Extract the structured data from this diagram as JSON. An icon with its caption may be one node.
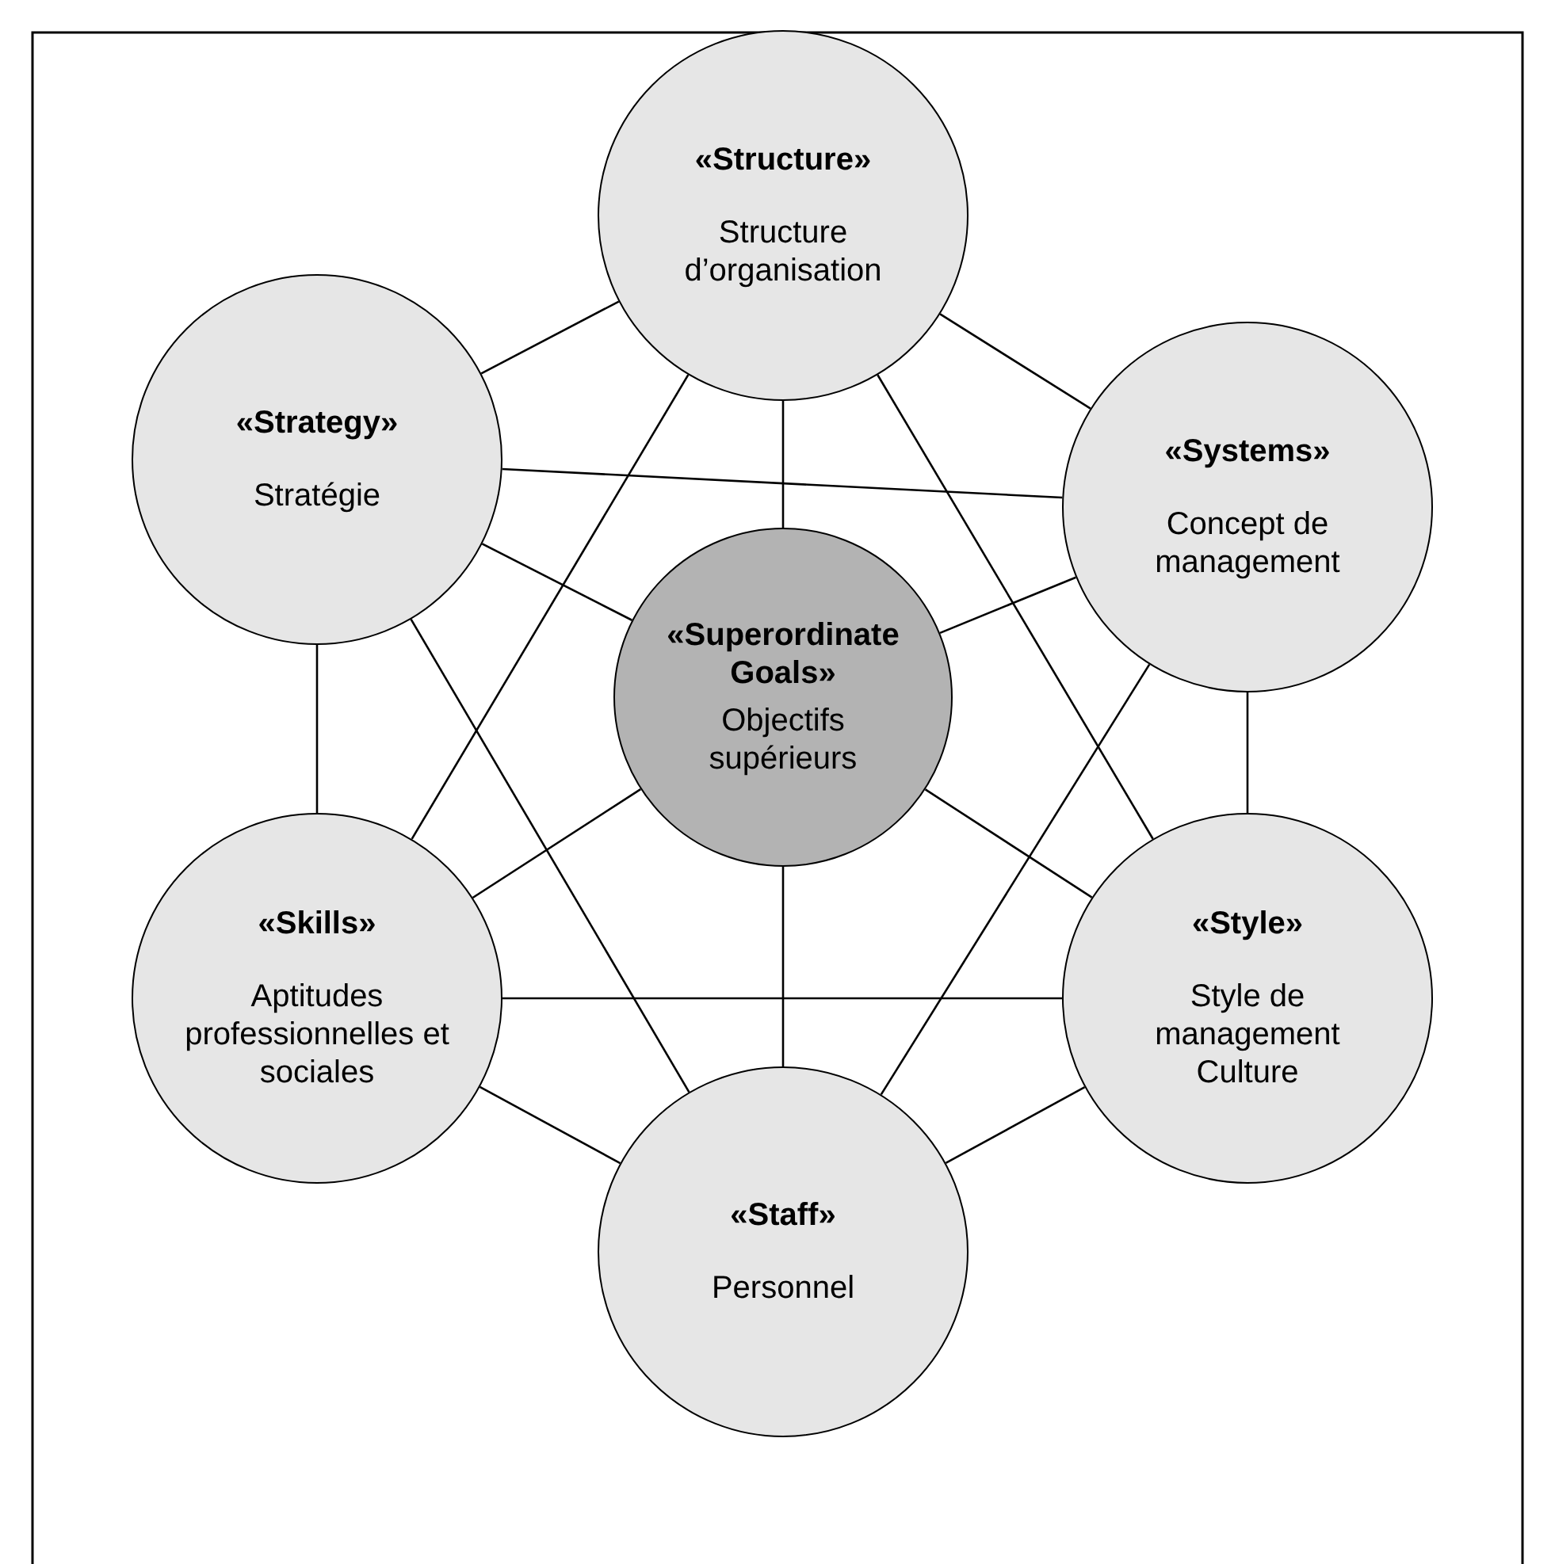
{
  "diagram": {
    "nodes": [
      {
        "text": [
          "«Structure»",
          "Structure d’organisation"
        ]
      },
      {
        "text": [
          "«Strategy»",
          "Stratégie"
        ]
      },
      {
        "text": [
          "«Systems»",
          "Concept de management"
        ]
      },
      {
        "text": [
          "«Superordinate Goals»",
          "Objectifs supérieurs"
        ]
      },
      {
        "text": [
          "«Skills»",
          "Aptitudes professionnelles et sociales"
        ]
      },
      {
        "text": [
          "«Style»",
          "Style de management Culture"
        ]
      },
      {
        "text": [
          "«Staff»",
          "Personnel"
        ]
      }
    ],
    "edges": [
      {
        "from": 0,
        "to": 1,
        "arrow": "none"
      },
      {
        "from": 0,
        "to": 2,
        "arrow": "none"
      },
      {
        "from": 0,
        "to": 3,
        "arrow": "none"
      },
      {
        "from": 0,
        "to": 4,
        "arrow": "none"
      },
      {
        "from": 0,
        "to": 5,
        "arrow": "none"
      },
      {
        "from": 1,
        "to": 2,
        "arrow": "none"
      },
      {
        "from": 1,
        "to": 3,
        "arrow": "none"
      },
      {
        "from": 1,
        "to": 4,
        "arrow": "none"
      },
      {
        "from": 1,
        "to": 6,
        "arrow": "none"
      },
      {
        "from": 2,
        "to": 3,
        "arrow": "none"
      },
      {
        "from": 2,
        "to": 5,
        "arrow": "none"
      },
      {
        "from": 2,
        "to": 6,
        "arrow": "none"
      },
      {
        "from": 3,
        "to": 4,
        "arrow": "none"
      },
      {
        "from": 3,
        "to": 5,
        "arrow": "none"
      },
      {
        "from": 3,
        "to": 6,
        "arrow": "none"
      },
      {
        "from": 4,
        "to": 5,
        "arrow": "none"
      },
      {
        "from": 4,
        "to": 6,
        "arrow": "none"
      },
      {
        "from": 5,
        "to": 6,
        "arrow": "none"
      }
    ]
  }
}
